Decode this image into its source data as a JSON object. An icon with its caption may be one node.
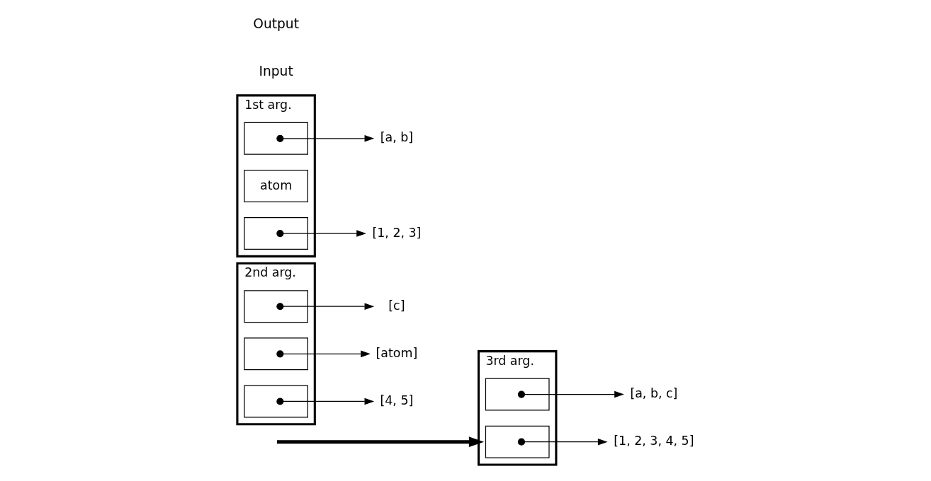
{
  "diagram": {
    "nodes": [
      {
        "text": [
          "1st arg."
        ]
      },
      {
        "text": [],
        "shape": "box",
        "in": 0
      },
      {
        "text": [
          "atom"
        ],
        "in": 0
      },
      {
        "text": [],
        "shape": "box",
        "in": 0
      },
      {
        "text": [
          "[a, b]"
        ]
      },
      {
        "text": [
          "[1, 2, 3]"
        ]
      },
      {
        "text": [
          "2nd arg."
        ]
      },
      {
        "text": [],
        "shape": "box",
        "in": 6
      },
      {
        "text": [],
        "shape": "box",
        "in": 6
      },
      {
        "text": [],
        "shape": "box",
        "in": 6
      },
      {
        "text": [
          "[c]"
        ]
      },
      {
        "text": [
          "[atom]"
        ]
      },
      {
        "text": [
          "[4, 5]"
        ]
      },
      {
        "text": [
          "3rd arg."
        ]
      },
      {
        "text": [],
        "shape": "box",
        "in": 13
      },
      {
        "text": [],
        "shape": "box",
        "in": 13
      },
      {
        "text": [
          "[a, b, c]"
        ]
      },
      {
        "text": [
          "[1, 2, 3, 4, 5]"
        ]
      }
    ],
    "edges": [
      {
        "from": 1,
        "to": 4,
        "arrow": "to"
      },
      {
        "from": 3,
        "to": 5,
        "arrow": "to"
      },
      {
        "from": 7,
        "to": 10,
        "arrow": "to"
      },
      {
        "from": 8,
        "to": 11,
        "arrow": "to"
      },
      {
        "from": 9,
        "to": 12,
        "arrow": "to"
      },
      {
        "from": null,
        "to": 13,
        "arrow": "to",
        "style": "thick"
      },
      {
        "from": 14,
        "to": 16,
        "arrow": "to"
      },
      {
        "from": 15,
        "to": 17,
        "arrow": "to"
      }
    ],
    "labels": [
      "Input",
      "Output"
    ]
  }
}
